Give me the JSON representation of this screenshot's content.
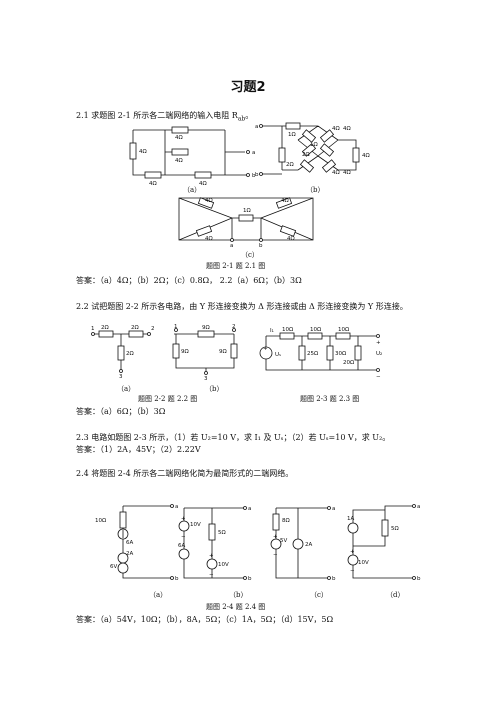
{
  "title": "习题2",
  "p21": {
    "question": "2.1 求题图 2-1 所示各二端网络的输入电阻 R",
    "question_sub": "ab",
    "question_end": "。",
    "cap_a": "（a）",
    "cap_b": "（b）",
    "cap_c": "（c）",
    "fig_caption": "题图 2-1 题 2.1 图",
    "answer": "答案：（a）4Ω；（b）2Ω；（c）0.8Ω，   2.2（a）6Ω；（b）3Ω"
  },
  "p22": {
    "question": "2.2 试把题图 2-2 所示各电路，由 Y 形连接变换为 Δ 形连接或由 Δ 形连接变换为 Y 形连接。",
    "cap_a": "（a）",
    "cap_b": "（b）",
    "fig_caption_22": "题图 2-2 题 2.2 图",
    "fig_caption_23": "题图 2-3 题 2.3 图",
    "answer": "答案：（a）6Ω；（b）3Ω"
  },
  "p23": {
    "question": "2.3 电路如题图 2-3 所示，（1）若 U₂=10 V，求 I₁ 及 Uₛ；（2）若 Uₛ=10 V，求 U₂。",
    "answer": "答案：（1）2A，45V；（2）2.22V"
  },
  "p24": {
    "question": "2.4 将题图 2-4 所示各二端网络化简为最简形式的二端网络。",
    "cap_a": "（a）",
    "cap_b": "（b）",
    "cap_c": "（c）",
    "cap_d": "（d）",
    "fig_caption": "题图 2-4 题 2.4 图",
    "answer": "答案：（a）54V，10Ω；（b），8A，5Ω；（c）1A，5Ω；（d）15V，5Ω"
  },
  "labels": {
    "r4": "4Ω",
    "r1": "1Ω",
    "r2": "2Ω",
    "r5": "5Ω",
    "r8": "8Ω",
    "r9": "9Ω",
    "r10": "10Ω",
    "r25": "25Ω",
    "r30": "30Ω",
    "r20": "20Ω",
    "a": "a",
    "b": "b",
    "n1": "1",
    "n2": "2",
    "n3": "3",
    "i1": "I₁",
    "us": "Uₛ",
    "u2": "U₂",
    "s6a": "6A",
    "s2a": "2A",
    "s1a": "1A",
    "s6v": "6V",
    "s10v": "10V",
    "s5v": "5V",
    "plus": "+",
    "minus": "−"
  }
}
